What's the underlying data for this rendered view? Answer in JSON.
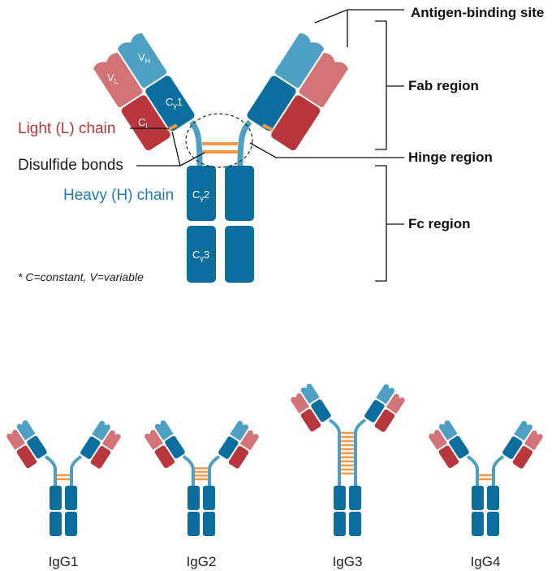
{
  "colors": {
    "heavy_dark": "#0b6e9f",
    "heavy_light": "#4e9fc4",
    "light_dark": "#b8363c",
    "light_light": "#d27378",
    "disulfide": "#f2994a"
  },
  "domains": {
    "vh": {
      "main": "V",
      "sub": "H"
    },
    "vl": {
      "main": "V",
      "sub": "L"
    },
    "ch1": {
      "main": "C",
      "sub": "γ",
      "tail": "1"
    },
    "cl": {
      "main": "C",
      "sub": "L"
    },
    "ch2": {
      "main": "C",
      "sub": "γ",
      "tail": "2"
    },
    "ch3": {
      "main": "C",
      "sub": "γ",
      "tail": "3"
    }
  },
  "labels": {
    "antigen_binding_site": "Antigen-binding site",
    "fab_region": "Fab region",
    "hinge_region": "Hinge region",
    "fc_region": "Fc region",
    "light_chain": "Light (L) chain",
    "disulfide_bonds": "Disulfide bonds",
    "heavy_chain": "Heavy (H) chain",
    "footnote": "* C=constant, V=variable"
  },
  "subclasses": [
    {
      "name": "IgG1",
      "hinge_bonds": 2
    },
    {
      "name": "IgG2",
      "hinge_bonds": 4
    },
    {
      "name": "IgG3",
      "hinge_bonds": 11
    },
    {
      "name": "IgG4",
      "hinge_bonds": 2
    }
  ]
}
